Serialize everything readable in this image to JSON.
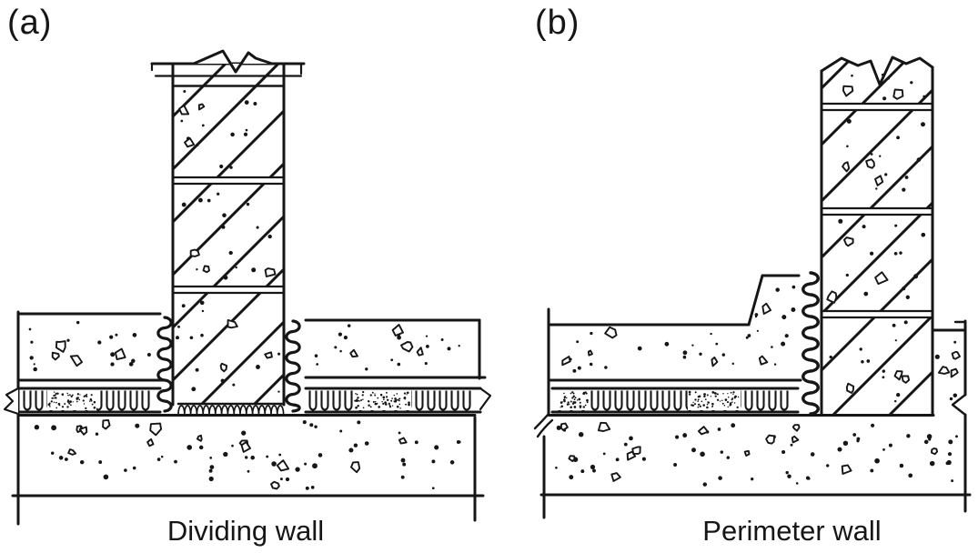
{
  "figure": {
    "panels": [
      {
        "label": "(a)",
        "caption": "Dividing wall"
      },
      {
        "label": "(b)",
        "caption": "Perimeter wall"
      }
    ]
  },
  "colors": {
    "ink": "#161616",
    "paper": "#ffffff"
  }
}
